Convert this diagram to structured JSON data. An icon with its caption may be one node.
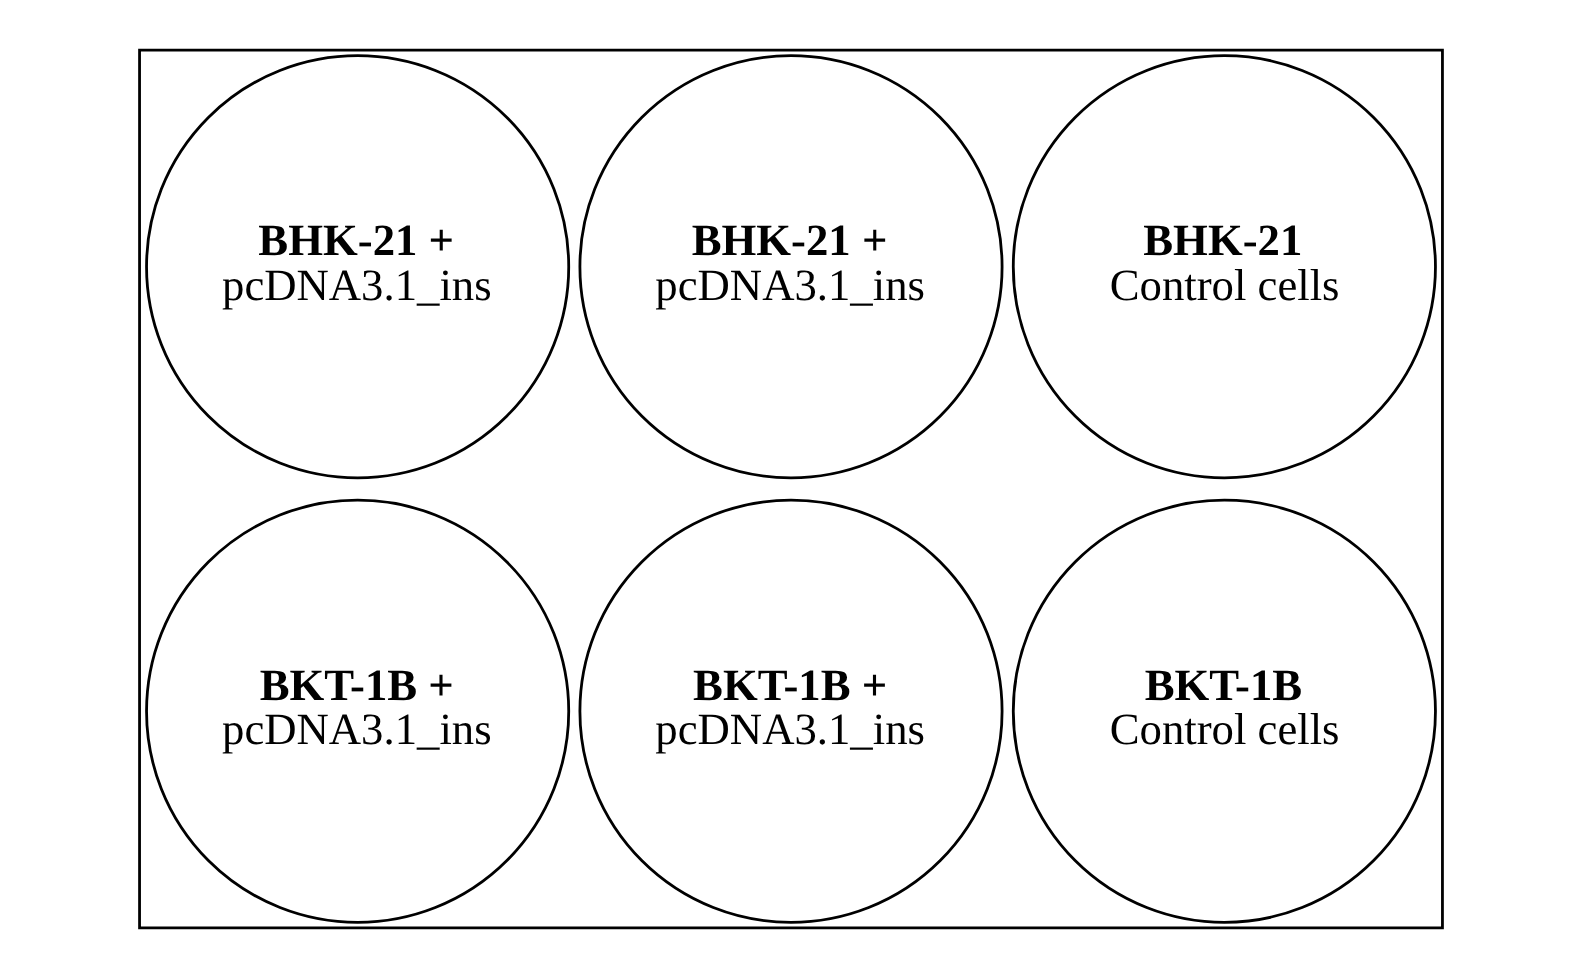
{
  "diagram": {
    "nodes": [
      {
        "text": [],
        "shape": "box"
      },
      {
        "text": [
          "BHK-21 +",
          "pcDNA3.1_ins"
        ],
        "in": 0
      },
      {
        "text": [
          "BHK-21 +",
          "pcDNA3.1_ins"
        ],
        "in": 0
      },
      {
        "text": [
          "BHK-21",
          "Control cells"
        ],
        "in": 0
      },
      {
        "text": [
          "BKT-1B +",
          "pcDNA3.1_ins"
        ],
        "in": 0
      },
      {
        "text": [
          "BKT-1B +",
          "pcDNA3.1_ins"
        ],
        "in": 0
      },
      {
        "text": [
          "BKT-1B",
          "Control cells"
        ],
        "in": 0
      }
    ]
  }
}
